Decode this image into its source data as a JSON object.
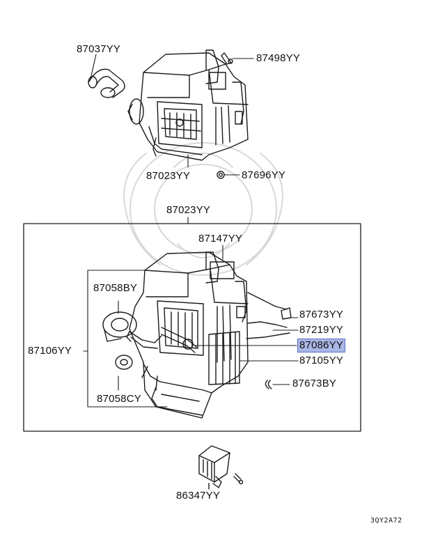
{
  "parts": {
    "p87037": "87037YY",
    "p87498": "87498YY",
    "p87023_top": "87023YY",
    "p87696": "87696YY",
    "p87023_box": "87023YY",
    "p87147": "87147YY",
    "p87058by": "87058BY",
    "p87673yy": "87673YY",
    "p87219": "87219YY",
    "p87086": "87086YY",
    "p87106": "87106YY",
    "p87105": "87105YY",
    "p87673by": "87673BY",
    "p87058cy": "87058CY",
    "p86347": "86347YY"
  },
  "highlighted_part": "87086YY",
  "highlight_color": "#a9b6e6",
  "diagram_code": "3QY2A72"
}
